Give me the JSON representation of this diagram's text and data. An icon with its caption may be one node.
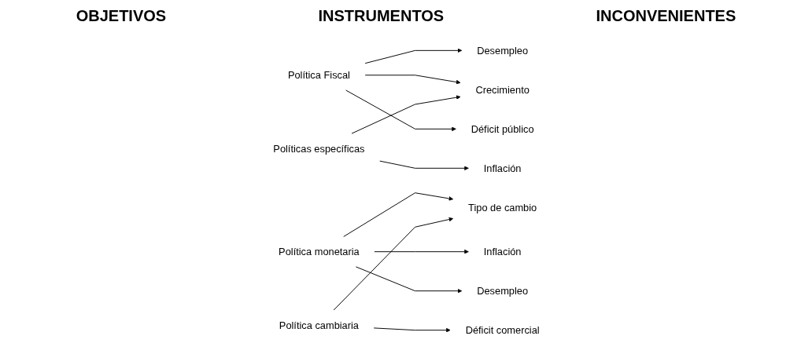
{
  "diagram": {
    "nodes": [
      {
        "text": [
          "Desempleo"
        ]
      },
      {
        "text": [
          "Política Fiscal"
        ]
      },
      {
        "text": [
          "Inflación"
        ]
      },
      {
        "text": [
          "Crecimiento"
        ]
      },
      {
        "text": [
          "Políticas específicas"
        ]
      },
      {
        "text": [
          "Déficit público"
        ]
      },
      {
        "text": [
          "Tipo de cambio"
        ]
      },
      {
        "text": [
          "Política monetaria"
        ]
      },
      {
        "text": [
          "Déficit comercial"
        ]
      },
      {
        "text": [
          "Inflación"
        ]
      },
      {
        "text": [
          "Política cambiaria"
        ]
      },
      {
        "text": [
          "Desempleo"
        ]
      }
    ],
    "edges": [
      {
        "from": 1,
        "to": 0,
        "arrow": "to"
      },
      {
        "from": 1,
        "to": 3,
        "arrow": "to"
      },
      {
        "from": 1,
        "to": 5,
        "arrow": "to"
      },
      {
        "from": 4,
        "to": 3,
        "arrow": "to"
      },
      {
        "from": 4,
        "to": 2,
        "arrow": "to"
      },
      {
        "from": 7,
        "to": 6,
        "arrow": "to"
      },
      {
        "from": 7,
        "to": 9,
        "arrow": "to"
      },
      {
        "from": 7,
        "to": 11,
        "arrow": "to"
      },
      {
        "from": 10,
        "to": 6,
        "arrow": "to"
      },
      {
        "from": 10,
        "to": 8,
        "arrow": "to"
      }
    ],
    "labels": [
      "OBJETIVOS",
      "INSTRUMENTOS",
      "INCONVENIENTES"
    ]
  }
}
